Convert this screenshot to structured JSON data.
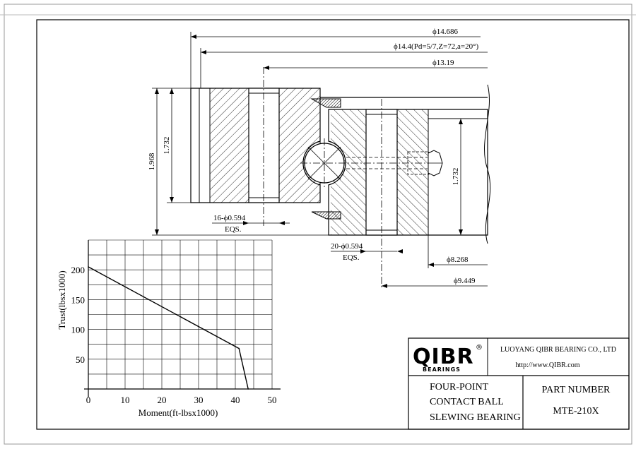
{
  "dims": {
    "od_outer": "ϕ14.686",
    "pitch": "ϕ14.4(Pd=5/7,Z=72,a=20°)",
    "od_ring": "ϕ13.19",
    "height_total": "1.968",
    "height_outer": "1.732",
    "height_inner": "1.732",
    "holes_outer": "16-ϕ0.594",
    "eqs_outer": "EQS.",
    "holes_inner": "20-ϕ0.594",
    "eqs_inner": "EQS.",
    "id_inner": "ϕ8.268",
    "bc_inner": "ϕ9.449"
  },
  "chart_data": {
    "type": "line",
    "title": "",
    "xlabel": "Moment(ft-lbsx1000)",
    "ylabel": "Trust(lbsx1000)",
    "xlim": [
      0,
      50
    ],
    "ylim": [
      0,
      250
    ],
    "xticks": [
      0,
      10,
      20,
      30,
      40,
      50
    ],
    "yticks": [
      50,
      100,
      150,
      200
    ],
    "grid": true,
    "series": [
      {
        "x": [
          0,
          41,
          43.5
        ],
        "y": [
          205,
          68,
          0
        ]
      }
    ]
  },
  "titleblock": {
    "logo": "QIBR",
    "logo_reg": "®",
    "logo_sub": "BEARINGS",
    "company": "LUOYANG QIBR BEARING CO., LTD",
    "url": "http://www.QIBR.com",
    "desc_1": "FOUR-POINT",
    "desc_2": "CONTACT BALL",
    "desc_3": "SLEWING BEARING",
    "pn_label": "PART NUMBER",
    "pn_value": "MTE-210X"
  }
}
